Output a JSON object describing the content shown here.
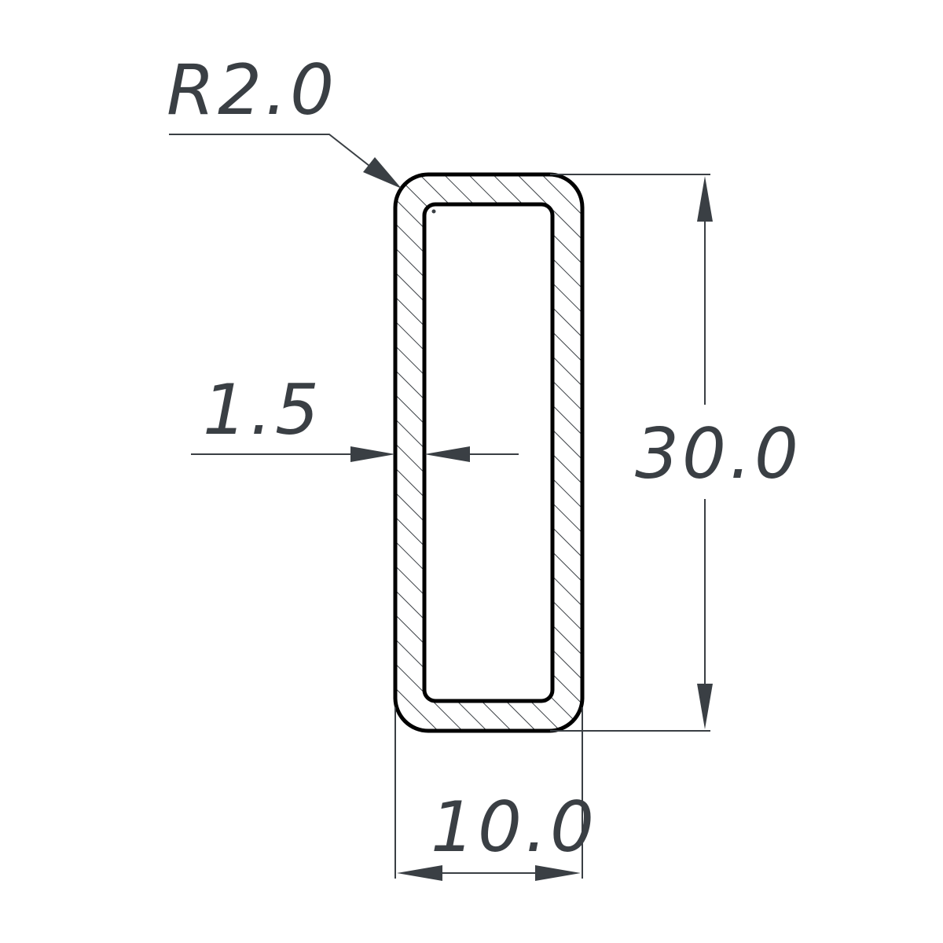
{
  "colors": {
    "background": "#ffffff",
    "outline": "#000000",
    "dimension": "#3a3f44",
    "hatch": "#3a3f44"
  },
  "dimensions": {
    "radius_label": "R2.0",
    "wall_thickness_label": "1.5",
    "height_label": "30.0",
    "width_label": "10.0"
  }
}
